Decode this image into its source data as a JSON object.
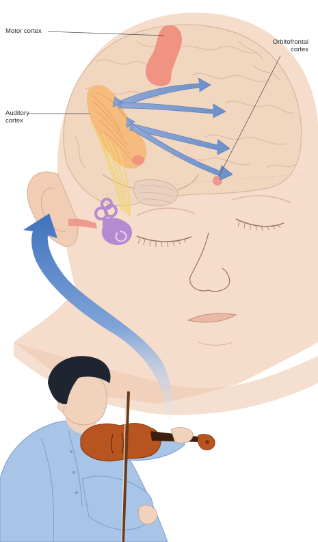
{
  "labels": {
    "motor": "Motor cortex",
    "auditory_line1": "Auditory",
    "auditory_line2": "cortex",
    "orbitofrontal_line1": "Orbitofrontal",
    "orbitofrontal_line2": "cortex"
  },
  "colors": {
    "skin": "#f6dccb",
    "skin_shadow": "#ecc6ad",
    "brain": "#f1d6c0",
    "brain_fold": "#d9b59d",
    "motor_region": "#ef8f80",
    "auditory_region": "#f5b97a",
    "auditory_fibers": "#f2d572",
    "inner_ear": "#b58ad1",
    "arrow_blue": "#7f9fd0",
    "sound_arrow": "#4d7fc5",
    "shirt": "#a8c4e6",
    "hair": "#1f2530",
    "violin": "#b8541f",
    "label_text": "#2b2b2b",
    "leader_line": "#444444"
  }
}
